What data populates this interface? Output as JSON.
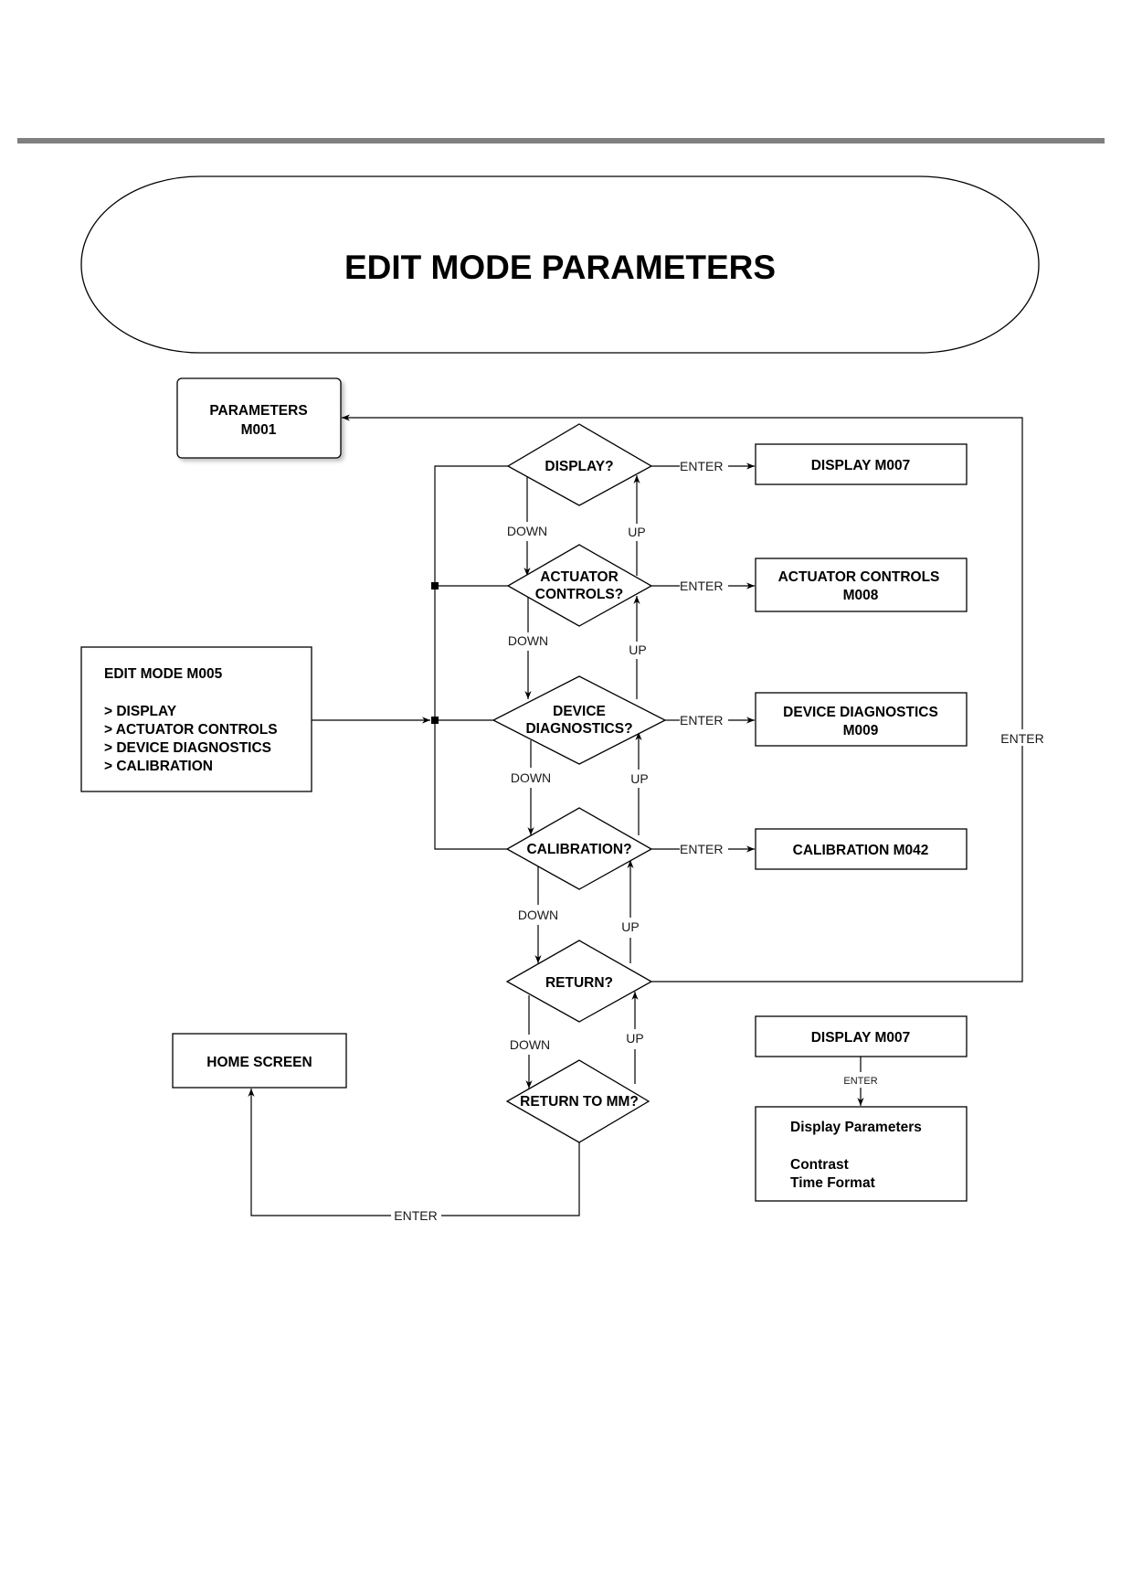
{
  "title": "EDIT MODE PARAMETERS",
  "nodes": {
    "parameters": [
      "PARAMETERS",
      "M001"
    ],
    "edit_mode": {
      "heading": "EDIT MODE M005",
      "items": [
        "> DISPLAY",
        "> ACTUATOR CONTROLS",
        "> DEVICE DIAGNOSTICS",
        "> CALIBRATION"
      ]
    },
    "display_q": [
      "DISPLAY?"
    ],
    "actuator_q": [
      "ACTUATOR",
      "CONTROLS?"
    ],
    "device_q": [
      "DEVICE",
      "DIAGNOSTICS?"
    ],
    "calibration_q": [
      "CALIBRATION?"
    ],
    "return_q": [
      "RETURN?"
    ],
    "return_mm_q": [
      "RETURN TO MM?"
    ],
    "display_box": [
      "DISPLAY M007"
    ],
    "actuator_box": [
      "ACTUATOR CONTROLS",
      "M008"
    ],
    "device_box": [
      "DEVICE DIAGNOSTICS",
      "M009"
    ],
    "calibration_box": [
      "CALIBRATION M042"
    ],
    "home_screen": [
      "HOME SCREEN"
    ],
    "display_box_2": [
      "DISPLAY M007"
    ],
    "display_params": {
      "heading": "Display Parameters",
      "items": [
        "Contrast",
        "Time Format"
      ]
    }
  },
  "edge_labels": {
    "enter": "ENTER",
    "down": "DOWN",
    "up": "UP"
  }
}
